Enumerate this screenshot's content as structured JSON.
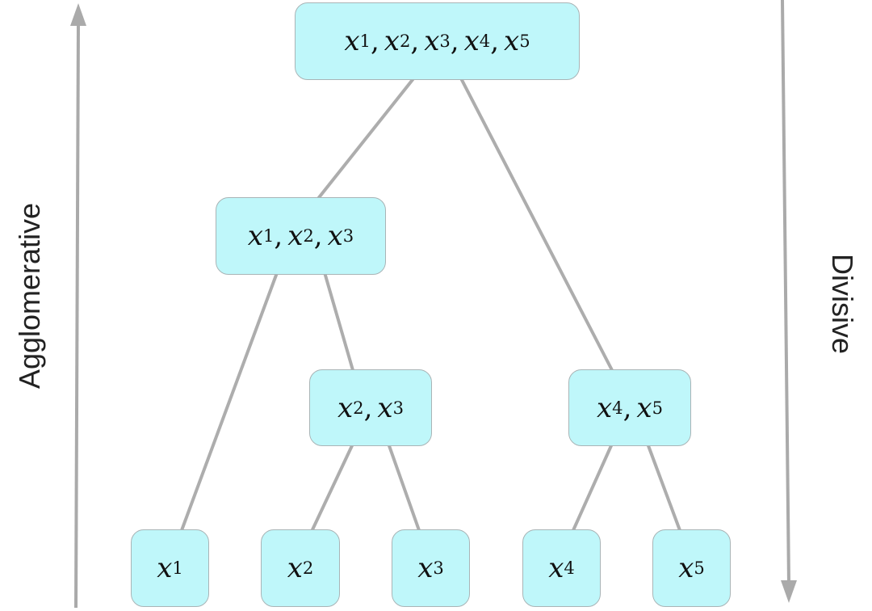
{
  "labels": {
    "left": "Agglomerative",
    "right": "Divisive"
  },
  "nodes": [
    {
      "id": "root",
      "elements": [
        {
          "var": "x",
          "sub": "1"
        },
        {
          "var": "x",
          "sub": "2"
        },
        {
          "var": "x",
          "sub": "3"
        },
        {
          "var": "x",
          "sub": "4"
        },
        {
          "var": "x",
          "sub": "5"
        }
      ]
    },
    {
      "id": "n123",
      "elements": [
        {
          "var": "x",
          "sub": "1"
        },
        {
          "var": "x",
          "sub": "2"
        },
        {
          "var": "x",
          "sub": "3"
        }
      ]
    },
    {
      "id": "n23",
      "elements": [
        {
          "var": "x",
          "sub": "2"
        },
        {
          "var": "x",
          "sub": "3"
        }
      ]
    },
    {
      "id": "n45",
      "elements": [
        {
          "var": "x",
          "sub": "4"
        },
        {
          "var": "x",
          "sub": "5"
        }
      ]
    },
    {
      "id": "leaf1",
      "elements": [
        {
          "var": "x",
          "sub": "1"
        }
      ]
    },
    {
      "id": "leaf2",
      "elements": [
        {
          "var": "x",
          "sub": "2"
        }
      ]
    },
    {
      "id": "leaf3",
      "elements": [
        {
          "var": "x",
          "sub": "3"
        }
      ]
    },
    {
      "id": "leaf4",
      "elements": [
        {
          "var": "x",
          "sub": "4"
        }
      ]
    },
    {
      "id": "leaf5",
      "elements": [
        {
          "var": "x",
          "sub": "5"
        }
      ]
    }
  ],
  "edges": [
    {
      "from": "root",
      "to": "n123"
    },
    {
      "from": "root",
      "to": "n45"
    },
    {
      "from": "n123",
      "to": "leaf1"
    },
    {
      "from": "n123",
      "to": "n23"
    },
    {
      "from": "n23",
      "to": "leaf2"
    },
    {
      "from": "n23",
      "to": "leaf3"
    },
    {
      "from": "n45",
      "to": "leaf4"
    },
    {
      "from": "n45",
      "to": "leaf5"
    }
  ],
  "colors": {
    "node_fill": "#bff7fa",
    "node_border": "#a9b4b6",
    "edge": "#adadad",
    "arrow": "#aaaaaa"
  }
}
